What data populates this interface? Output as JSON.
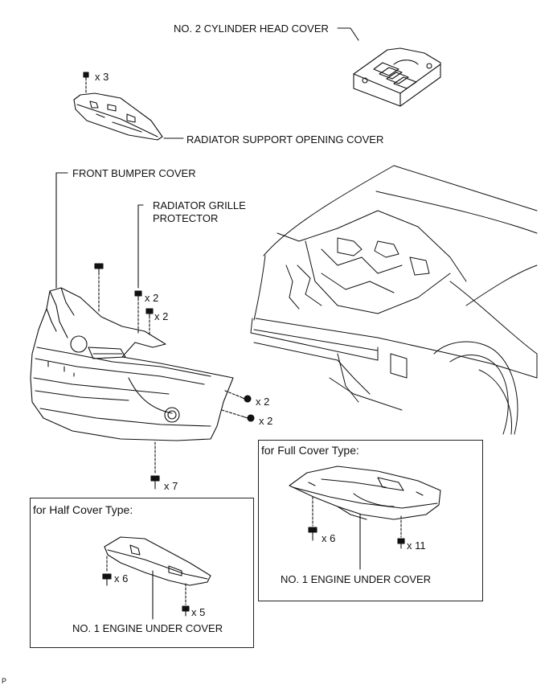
{
  "labels": {
    "cylinder_head_cover": "NO. 2 CYLINDER HEAD COVER",
    "radiator_support_opening_cover": "RADIATOR SUPPORT OPENING COVER",
    "front_bumper_cover": "FRONT BUMPER COVER",
    "radiator_grille_protector_line1": "RADIATOR GRILLE",
    "radiator_grille_protector_line2": "PROTECTOR",
    "engine_under_cover_half": "NO. 1 ENGINE UNDER COVER",
    "engine_under_cover_full": "NO. 1 ENGINE UNDER COVER"
  },
  "quantities": {
    "support_cover_clips": "x 3",
    "grille_clip_a": "x 2",
    "grille_clip_b": "x 2",
    "side_screw_a": "x 2",
    "side_screw_b": "x 2",
    "bottom_bolts": "x 7",
    "half_bolts": "x 6",
    "half_clips": "x 5",
    "full_bolts": "x 6",
    "full_clips": "x 11"
  },
  "boxes": {
    "full_cover_title": "for Full Cover Type:",
    "half_cover_title": "for Half Cover Type:"
  },
  "footer": {
    "ref": "P"
  }
}
